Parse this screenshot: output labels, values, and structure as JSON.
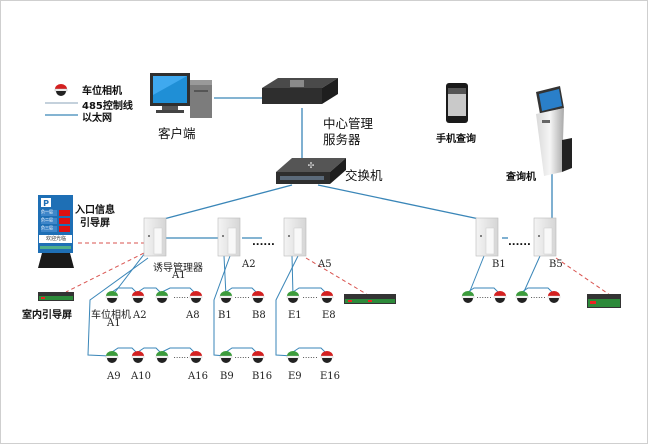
{
  "legend": {
    "camera": "车位相机",
    "rs485": "485控制线",
    "ethernet": "以太网"
  },
  "colors": {
    "ethernet_line": "#3a86b8",
    "control_line": "#d9534f",
    "camera_green": "#3c9c3c",
    "camera_red": "#d42020",
    "sign_blue": "#1e6fb5"
  },
  "nodes": {
    "client": "客户端",
    "server_line1": "中心管理",
    "server_line2": "服务器",
    "switch": "交换机",
    "mobile_query": "手机查询",
    "kiosk": "查询机",
    "entrance_sign_line1": "入口信息",
    "entrance_sign_line2": "引导屏",
    "indoor_sign": "室内引导屏",
    "guide_manager": "诱导管理器",
    "camera_label": "车位相机"
  },
  "entrance_sign": {
    "rows": [
      "负一层",
      "负二层",
      "负三层"
    ],
    "welcome": "欢迎光临"
  },
  "managers": [
    "A1",
    "A2",
    "A5",
    "B1",
    "B5"
  ],
  "dots": "......",
  "cameras": {
    "row1": [
      "A1",
      "A2",
      "A8",
      "B1",
      "B8",
      "E1",
      "E8"
    ],
    "row2": [
      "A9",
      "A10",
      "A16",
      "B9",
      "B16",
      "E9",
      "E16"
    ]
  }
}
